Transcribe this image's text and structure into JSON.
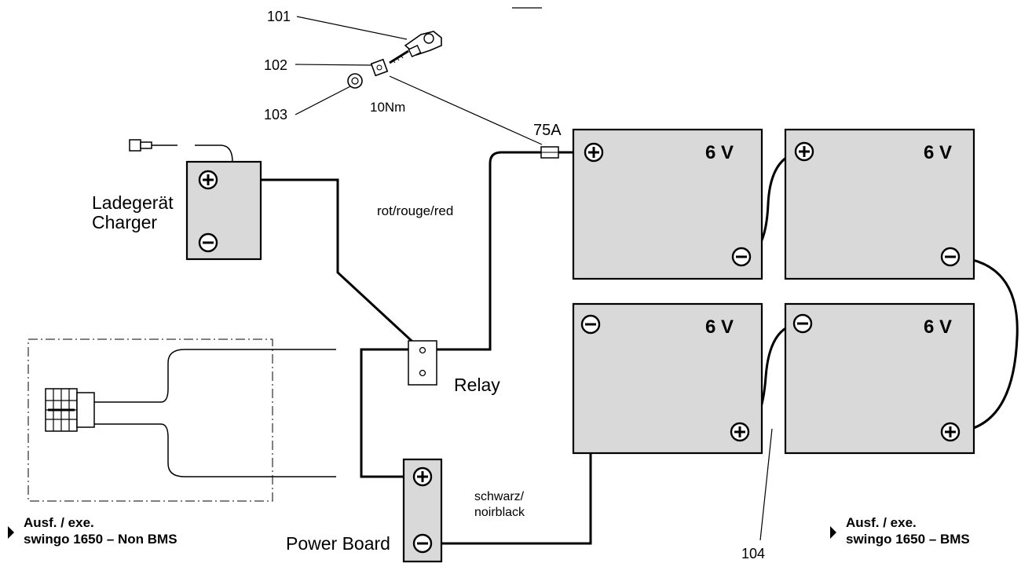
{
  "parts": {
    "p101": "101",
    "p102": "102",
    "p103": "103",
    "p104": "104",
    "torque": "10Nm"
  },
  "fuse": {
    "rating": "75A"
  },
  "charger": {
    "label_de": "Ladegerät",
    "label_en": "Charger"
  },
  "relay": {
    "label": "Relay"
  },
  "power_board": {
    "label": "Power Board"
  },
  "wires": {
    "red": "rot/rouge/red",
    "black_line1": "schwarz/",
    "black_line2": "noirblack"
  },
  "batteries": [
    {
      "voltage": "6 V"
    },
    {
      "voltage": "6 V"
    },
    {
      "voltage": "6 V"
    },
    {
      "voltage": "6 V"
    }
  ],
  "variants": {
    "non_bms": {
      "line1": "Ausf. /  exe.",
      "line2": "swingo 1650 – Non BMS"
    },
    "bms": {
      "line1": "Ausf. /  exe.",
      "line2": "swingo 1650 – BMS"
    }
  }
}
